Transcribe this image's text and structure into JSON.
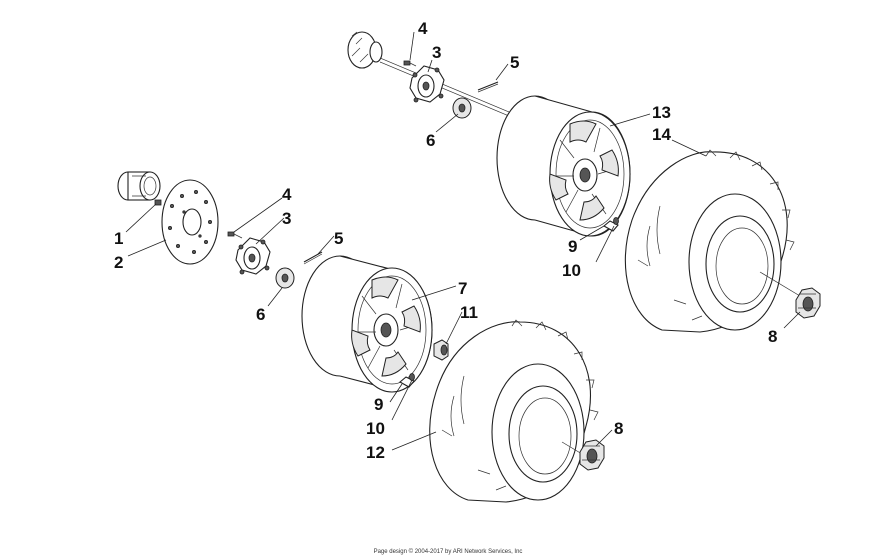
{
  "callouts": [
    {
      "id": "c1",
      "label": "1"
    },
    {
      "id": "c2",
      "label": "2"
    },
    {
      "id": "c3a",
      "label": "3"
    },
    {
      "id": "c3b",
      "label": "3"
    },
    {
      "id": "c4a",
      "label": "4"
    },
    {
      "id": "c4b",
      "label": "4"
    },
    {
      "id": "c5a",
      "label": "5"
    },
    {
      "id": "c5b",
      "label": "5"
    },
    {
      "id": "c6a",
      "label": "6"
    },
    {
      "id": "c6b",
      "label": "6"
    },
    {
      "id": "c7",
      "label": "7"
    },
    {
      "id": "c8a",
      "label": "8"
    },
    {
      "id": "c8b",
      "label": "8"
    },
    {
      "id": "c9a",
      "label": "9"
    },
    {
      "id": "c9b",
      "label": "9"
    },
    {
      "id": "c10a",
      "label": "10"
    },
    {
      "id": "c10b",
      "label": "10"
    },
    {
      "id": "c11",
      "label": "11"
    },
    {
      "id": "c12",
      "label": "12"
    },
    {
      "id": "c13",
      "label": "13"
    },
    {
      "id": "c14",
      "label": "14"
    }
  ],
  "footer": "Page design © 2004-2017 by ARI Network Services, Inc"
}
